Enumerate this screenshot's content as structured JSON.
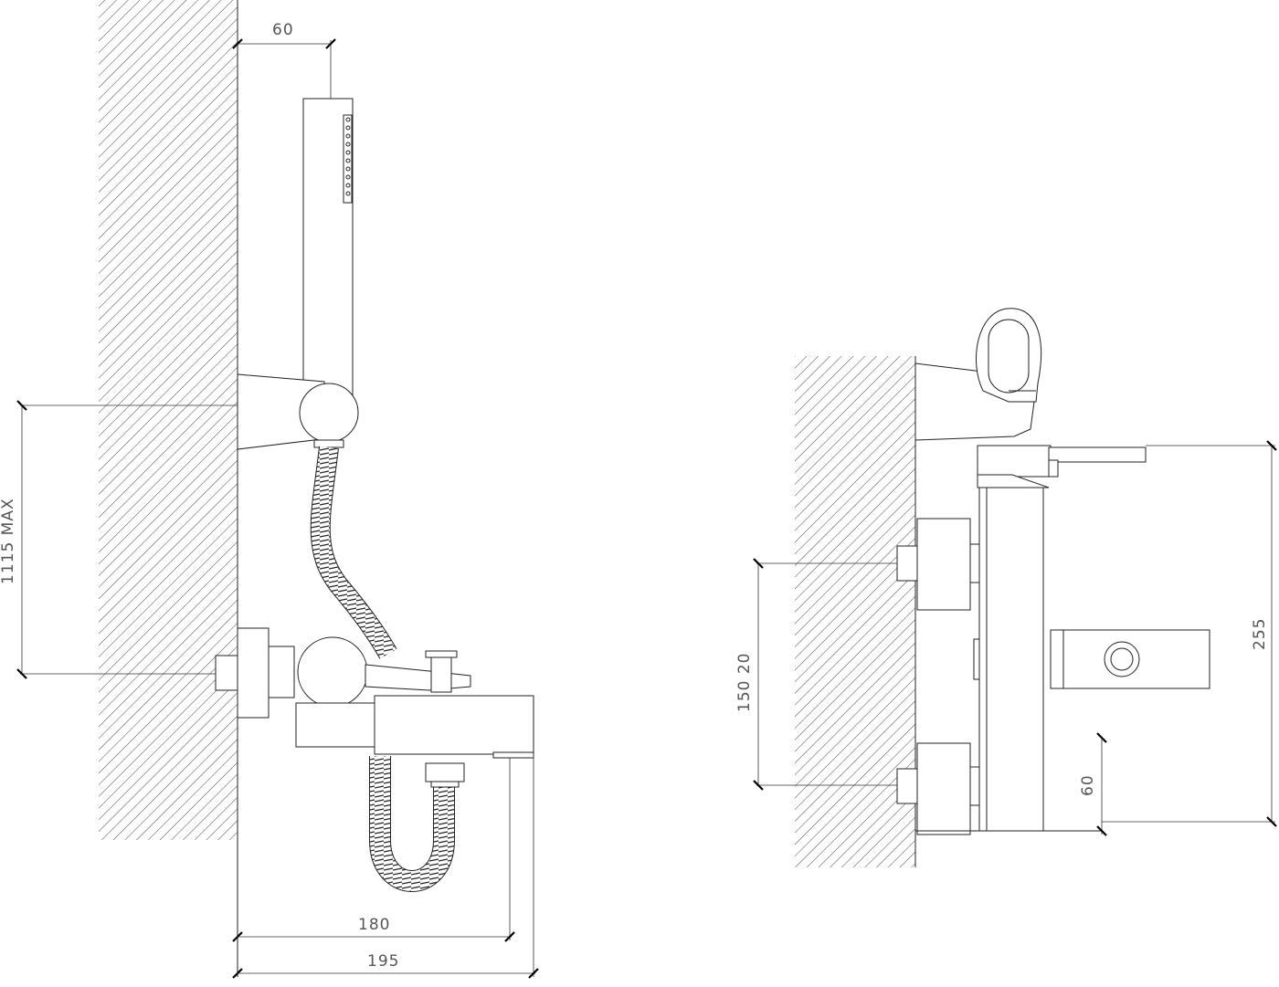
{
  "colors": {
    "line": "#222222",
    "dimension_text": "#555555",
    "background": "#ffffff"
  },
  "side_view": {
    "dim_top_width": "60",
    "dim_height_max": "1115 MAX",
    "dim_spout_180": "180",
    "dim_overall_195": "195"
  },
  "front_view": {
    "dim_centers": "150 20",
    "dim_total_height": "255",
    "dim_depth": "60"
  }
}
